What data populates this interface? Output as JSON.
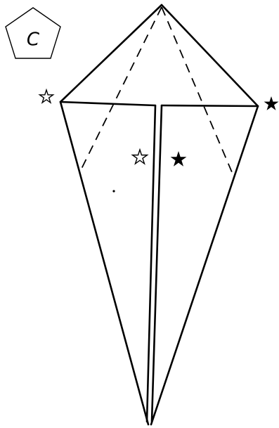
{
  "step": {
    "label": "C",
    "badge_shape": "pentagon"
  },
  "markers": [
    {
      "name": "left-corner-star",
      "style": "outline-star"
    },
    {
      "name": "right-corner-star",
      "style": "filled-star"
    },
    {
      "name": "center-left-star",
      "style": "outline-star"
    },
    {
      "name": "center-right-star",
      "style": "filled-star"
    }
  ],
  "colors": {
    "line": "#000000",
    "background": "#ffffff"
  }
}
